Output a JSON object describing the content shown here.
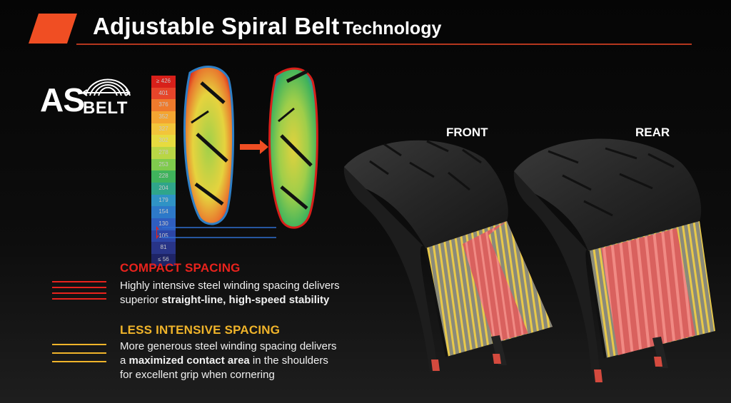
{
  "header": {
    "title_main": "Adjustable Spiral Belt",
    "title_sub": "Technology"
  },
  "logo": {
    "as_text": "AS",
    "belt_text": "BELT"
  },
  "heatmap_scale": {
    "labels": [
      "≥ 426",
      "401",
      "376",
      "352",
      "327",
      "302",
      "278",
      "253",
      "228",
      "204",
      "179",
      "154",
      "130",
      "105",
      "81",
      "≤ 56"
    ],
    "colors": [
      "#d8201a",
      "#e7452a",
      "#ef7a2c",
      "#f4a531",
      "#f2c53a",
      "#e6db3f",
      "#b9d645",
      "#7fcb4d",
      "#3fb35c",
      "#2fa58a",
      "#2f93c5",
      "#2d79c9",
      "#2f5ec0",
      "#2c45a6",
      "#283487",
      "#1e2466"
    ]
  },
  "tires": {
    "front_label": "FRONT",
    "rear_label": "REAR"
  },
  "sections": {
    "compact": {
      "heading": "COMPACT SPACING",
      "line1": "Highly intensive steel winding spacing delivers",
      "line2_pre": "superior ",
      "line2_bold": "straight-line, high-speed stability",
      "color": "#e8231d"
    },
    "less": {
      "heading": "LESS INTENSIVE SPACING",
      "line1": "More generous steel winding spacing delivers",
      "line2_pre": "a ",
      "line2_bold": "maximized contact area",
      "line2_post": " in the shoulders",
      "line3": "for excellent grip when cornering",
      "color": "#f0b42a"
    }
  },
  "colors": {
    "accent": "#f04e23",
    "rule": "#b5361e",
    "red_belt": "#e06a66",
    "yellow_belt": "#e8c94a"
  }
}
